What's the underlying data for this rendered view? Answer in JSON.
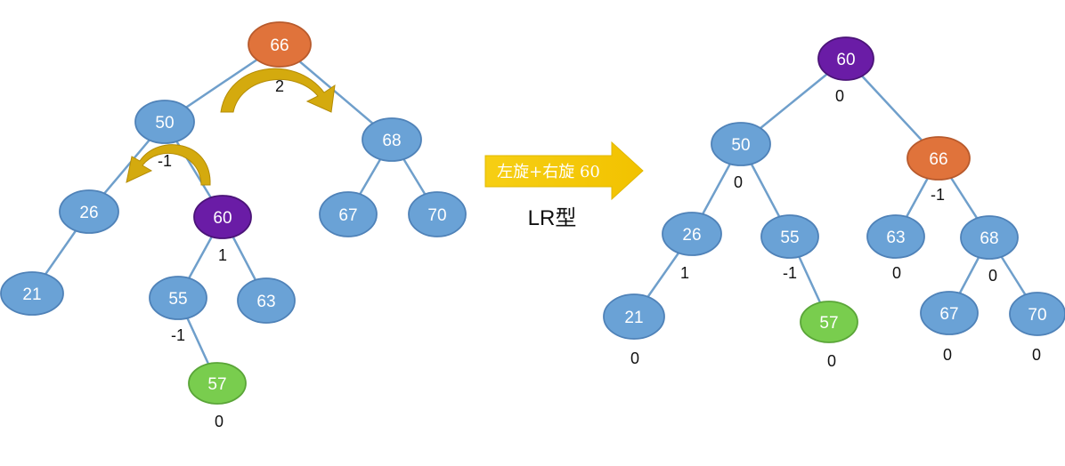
{
  "colors": {
    "node_blue": "#6aa2d6",
    "node_blue_stroke": "#4f82b8",
    "node_orange": "#e0733b",
    "node_orange_stroke": "#b85a2c",
    "node_purple": "#6a1ca6",
    "node_purple_stroke": "#4b1478",
    "node_green": "#79cd4e",
    "node_green_stroke": "#5aa538",
    "edge": "#6f9fcb",
    "rotation_arrow": "#d4aa0e",
    "big_arrow": "#f6cf14"
  },
  "transition": {
    "label": "左旋+右旋 60",
    "type_label": "LR型"
  },
  "before_tree": {
    "rotation_labels": {
      "root_bf": "2",
      "left_child_bf": "-1"
    },
    "nodes": {
      "n66": {
        "value": "66",
        "bf": "",
        "color": "orange"
      },
      "n50": {
        "value": "50",
        "bf": "",
        "color": "blue"
      },
      "n68": {
        "value": "68",
        "bf": "",
        "color": "blue"
      },
      "n26": {
        "value": "26",
        "bf": "",
        "color": "blue"
      },
      "n60": {
        "value": "60",
        "bf": "1",
        "color": "purple"
      },
      "n67": {
        "value": "67",
        "bf": "",
        "color": "blue"
      },
      "n70": {
        "value": "70",
        "bf": "",
        "color": "blue"
      },
      "n21": {
        "value": "21",
        "bf": "",
        "color": "blue"
      },
      "n55": {
        "value": "55",
        "bf": "-1",
        "color": "blue"
      },
      "n63": {
        "value": "63",
        "bf": "",
        "color": "blue"
      },
      "n57": {
        "value": "57",
        "bf": "0",
        "color": "green"
      }
    }
  },
  "after_tree": {
    "nodes": {
      "n60": {
        "value": "60",
        "bf": "0",
        "color": "purple"
      },
      "n50": {
        "value": "50",
        "bf": "0",
        "color": "blue"
      },
      "n66": {
        "value": "66",
        "bf": "-1",
        "color": "orange"
      },
      "n26": {
        "value": "26",
        "bf": "1",
        "color": "blue"
      },
      "n55": {
        "value": "55",
        "bf": "-1",
        "color": "blue"
      },
      "n63": {
        "value": "63",
        "bf": "0",
        "color": "blue"
      },
      "n68": {
        "value": "68",
        "bf": "0",
        "color": "blue"
      },
      "n21": {
        "value": "21",
        "bf": "0",
        "color": "blue"
      },
      "n57": {
        "value": "57",
        "bf": "0",
        "color": "green"
      },
      "n67": {
        "value": "67",
        "bf": "0",
        "color": "blue"
      },
      "n70": {
        "value": "70",
        "bf": "0",
        "color": "blue"
      }
    }
  }
}
